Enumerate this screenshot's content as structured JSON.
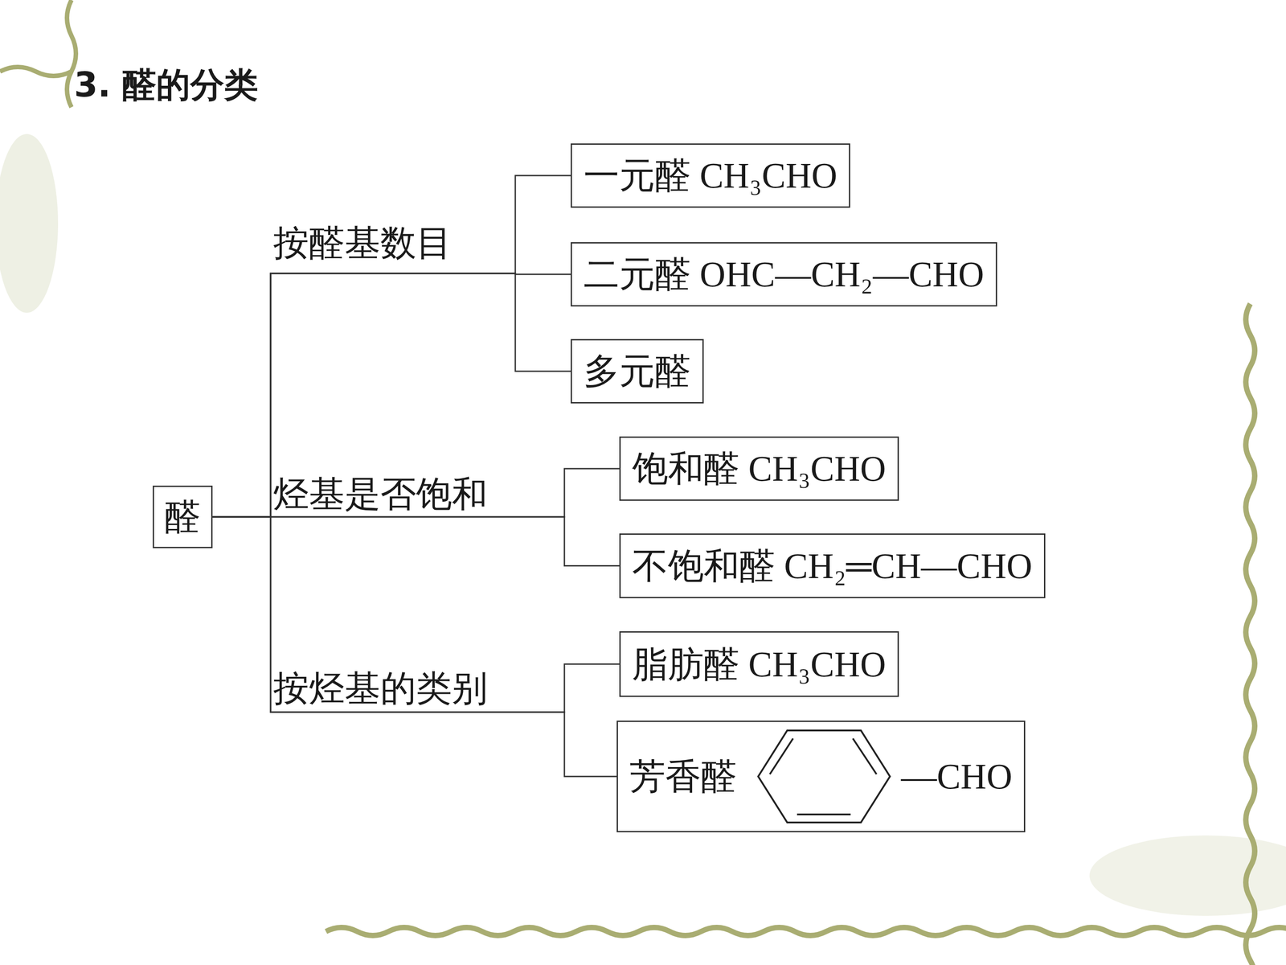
{
  "diagram": {
    "title": "3. 醛的分类",
    "nodes": [
      {
        "text": [
          "醛"
        ]
      },
      {
        "text": [
          "一元醛 CH₃CHO"
        ]
      },
      {
        "text": [
          "二元醛 OHC—CH₂—CHO"
        ]
      },
      {
        "text": [
          "多元醛"
        ]
      },
      {
        "text": [
          "饱和醛 CH₃CHO"
        ]
      },
      {
        "text": [
          "不饱和醛 CH₂═CH—CHO"
        ]
      },
      {
        "text": [
          "脂肪醛 CH₃CHO"
        ]
      },
      {
        "text": [
          "芳香醛",
          "—CHO"
        ]
      }
    ],
    "edges": [
      {
        "from": 0,
        "to": 1,
        "arrow": "none"
      },
      {
        "from": 0,
        "to": 2,
        "arrow": "none"
      },
      {
        "from": 0,
        "to": 3,
        "arrow": "none"
      },
      {
        "from": 0,
        "to": 4,
        "arrow": "none"
      },
      {
        "from": 0,
        "to": 5,
        "arrow": "none"
      },
      {
        "from": 0,
        "to": 6,
        "arrow": "none"
      },
      {
        "from": 0,
        "to": 7,
        "arrow": "none"
      }
    ],
    "labels": [
      "按醛基数目",
      "烃基是否饱和",
      "按烃基的类别"
    ]
  }
}
